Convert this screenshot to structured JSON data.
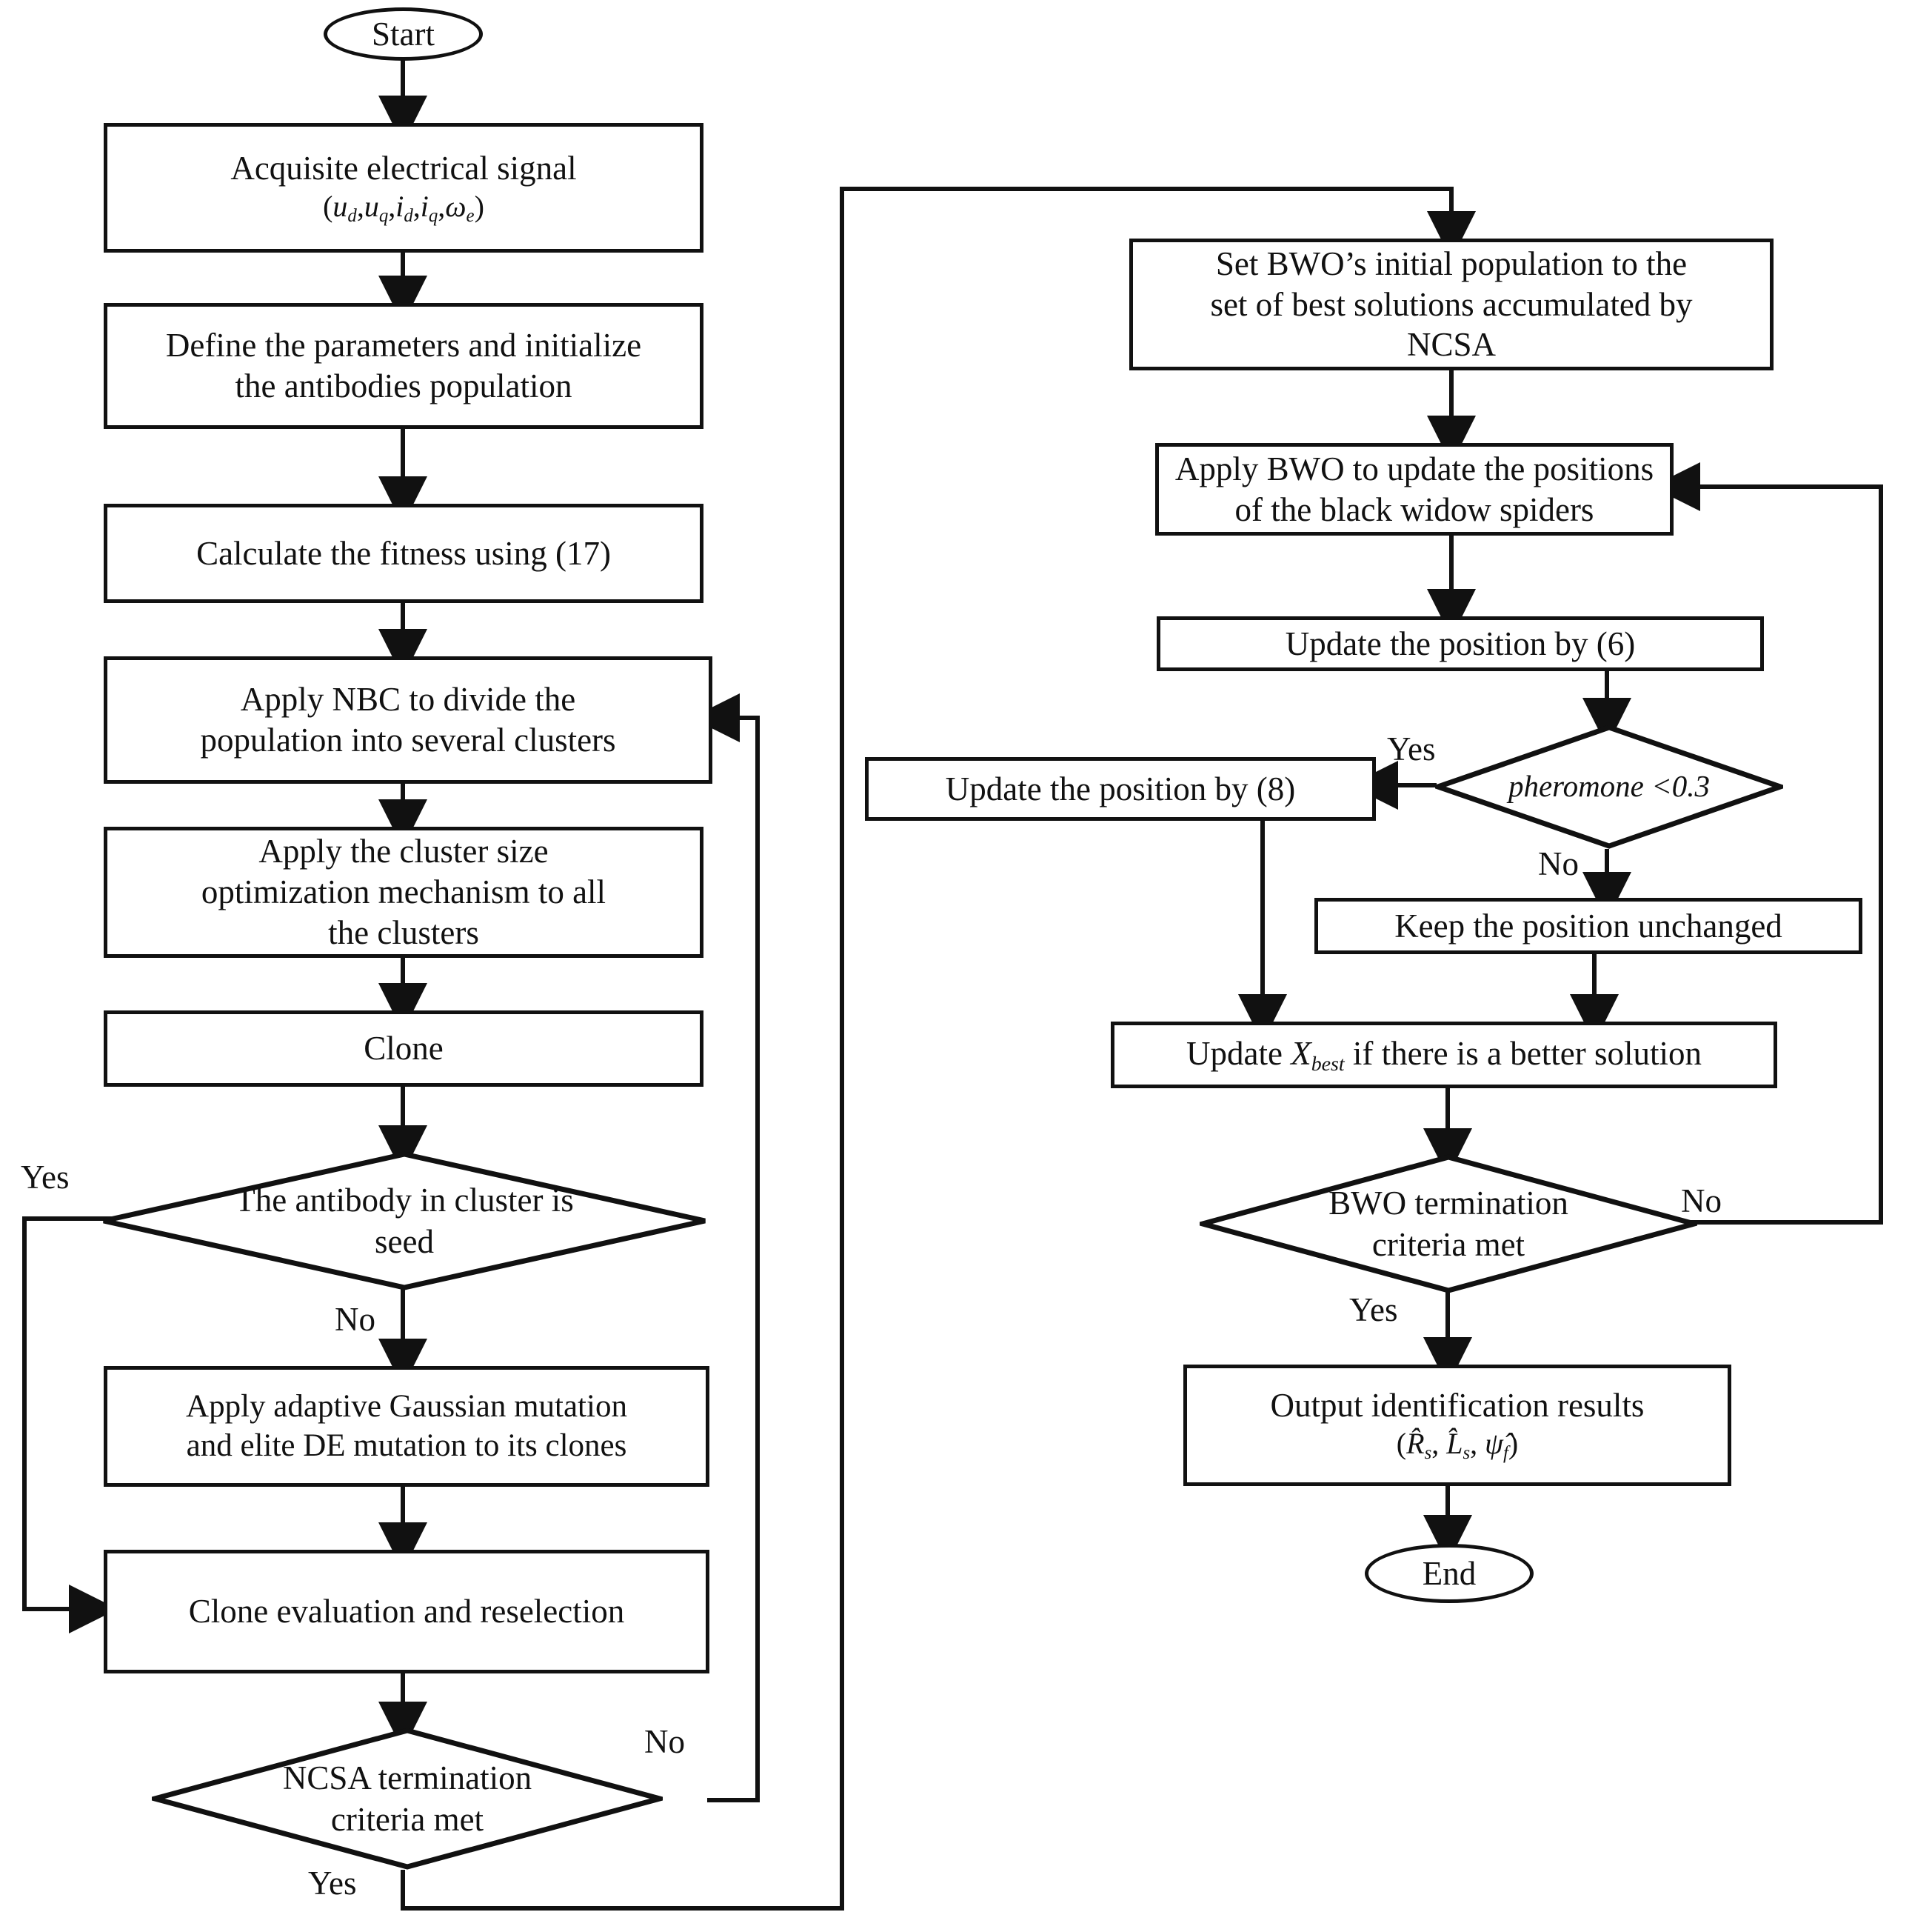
{
  "diagram": {
    "title": "NCSA-BWO hybrid parameter identification flowchart",
    "stroke_color": "#111111",
    "background_color": "#ffffff"
  },
  "terminals": {
    "start": "Start",
    "end": "End"
  },
  "left_column": {
    "acquisite": {
      "line1": "Acquisite electrical signal",
      "line2_math": "(u_d , u_q , i_d , i_q , ω_e)",
      "symbols": [
        "u_d",
        "u_q",
        "i_d",
        "i_q",
        "ω_e"
      ]
    },
    "define": {
      "line1": "Define the parameters and initialize",
      "line2": "the antibodies population"
    },
    "fitness": "Calculate the fitness using (17)",
    "nbc": {
      "line1": "Apply NBC to divide the",
      "line2": "population into several clusters"
    },
    "cluster_size": {
      "line1": "Apply the cluster size",
      "line2": "optimization mechanism to all",
      "line3": "the clusters"
    },
    "clone": "Clone",
    "seed_decision": {
      "line1": "The antibody in cluster is",
      "line2": "seed",
      "yes_label": "Yes",
      "no_label": "No"
    },
    "mutation": {
      "line1": "Apply adaptive Gaussian mutation",
      "line2": "and elite DE mutation to its clones"
    },
    "clone_eval": "Clone evaluation and reselection",
    "ncsa_decision": {
      "line1": "NCSA termination",
      "line2": "criteria met",
      "yes_label": "Yes",
      "no_label": "No"
    }
  },
  "right_column": {
    "set_bwo": {
      "line1": "Set BWO’s initial population to the",
      "line2": "set of best solutions accumulated by",
      "line3": "NCSA"
    },
    "apply_bwo": {
      "line1": "Apply BWO to update the positions",
      "line2": "of the black widow spiders"
    },
    "update_6": "Update the position by (6)",
    "pheromone_decision": {
      "text": "pheromone <0.3",
      "yes_label": "Yes",
      "no_label": "No"
    },
    "update_8": "Update the position by (8)",
    "keep_position": "Keep the position unchanged",
    "update_xbest": {
      "prefix": "Update",
      "symbol": "X",
      "symbol_sub": "best",
      "suffix": "if there is a better solution"
    },
    "bwo_decision": {
      "line1": "BWO termination",
      "line2": "criteria met",
      "yes_label": "Yes",
      "no_label": "No"
    },
    "output": {
      "line1": "Output identification results",
      "line2_math": "(R̂_s , L̂_s , Ψ̂_f)",
      "symbols": [
        "R̂_s",
        "L̂_s",
        "Ψ̂_f"
      ]
    }
  }
}
